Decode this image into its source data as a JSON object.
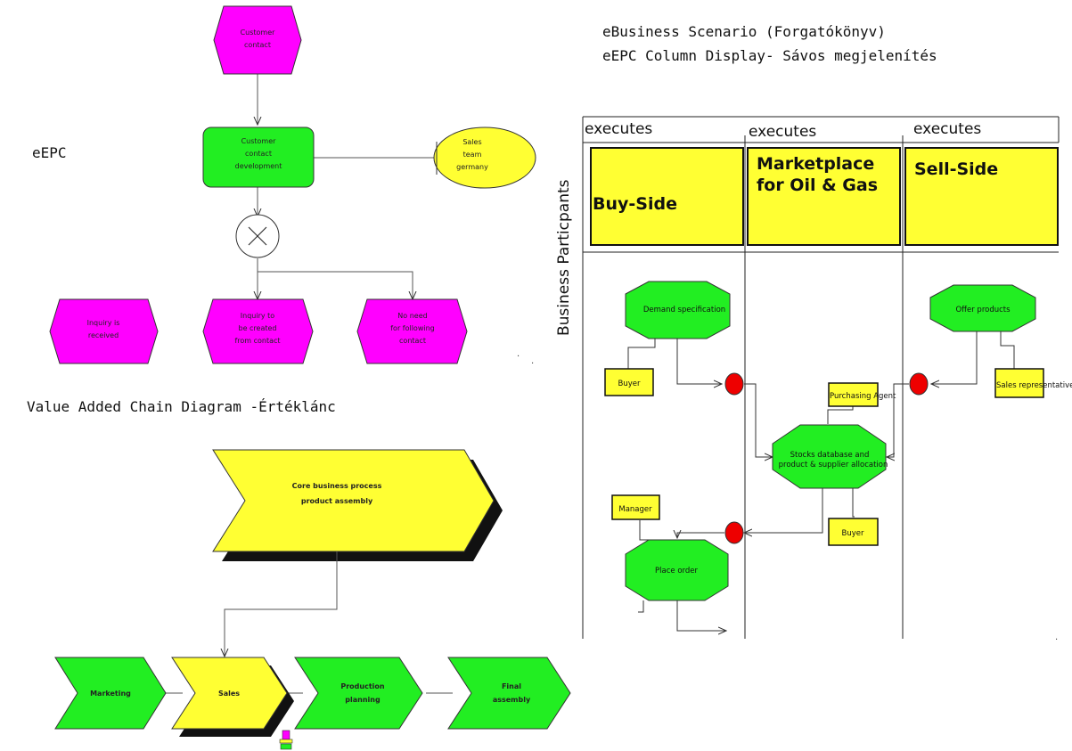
{
  "labels": {
    "eepc": "eEPC",
    "vac": "Value Added Chain Diagram -Értéklánc",
    "scenario_line1": "eBusiness Scenario (Forgatókönyv)",
    "scenario_line2": "eEPC Column Display- Sávos megjelenítés",
    "participants": "Business Particpants"
  },
  "eepc": {
    "event_top": [
      "Customer",
      "contact"
    ],
    "function": [
      "Customer",
      "contact",
      "development"
    ],
    "org_unit": [
      "Sales",
      "team",
      "germany"
    ],
    "event_left": [
      "Inquiry is",
      "received"
    ],
    "event_mid": [
      "Inquiry to",
      "be created",
      "from contact"
    ],
    "event_right": [
      "No need",
      "for following",
      "contact"
    ]
  },
  "vac": {
    "core": [
      "Core business process",
      "product assembly"
    ],
    "steps": [
      {
        "lines": [
          "Marketing"
        ],
        "color": "#22ee22"
      },
      {
        "lines": [
          "Sales"
        ],
        "color": "#ffff33"
      },
      {
        "lines": [
          "Production",
          "planning"
        ],
        "color": "#22ee22"
      },
      {
        "lines": [
          "Final",
          "assembly"
        ],
        "color": "#22ee22"
      }
    ]
  },
  "columns": {
    "executes": [
      "executes",
      "executes",
      "executes"
    ],
    "headers": [
      [
        "Buy-Side"
      ],
      [
        "Marketplace",
        "for Oil & Gas"
      ],
      [
        "Sell-Side"
      ]
    ]
  },
  "swimlane": {
    "demand": "Demand specification",
    "buyer1": "Buyer",
    "offer": "Offer products",
    "sales_rep": "Sales representative",
    "purchasing": "Purchasing Agent",
    "stocks": [
      "Stocks database and",
      "product & supplier allocation"
    ],
    "manager": "Manager",
    "buyer2": "Buyer",
    "place_order": "Place order"
  },
  "colors": {
    "magenta": "#ff00ff",
    "green": "#22ee22",
    "yellow": "#ffff33",
    "red": "#ee0000"
  }
}
